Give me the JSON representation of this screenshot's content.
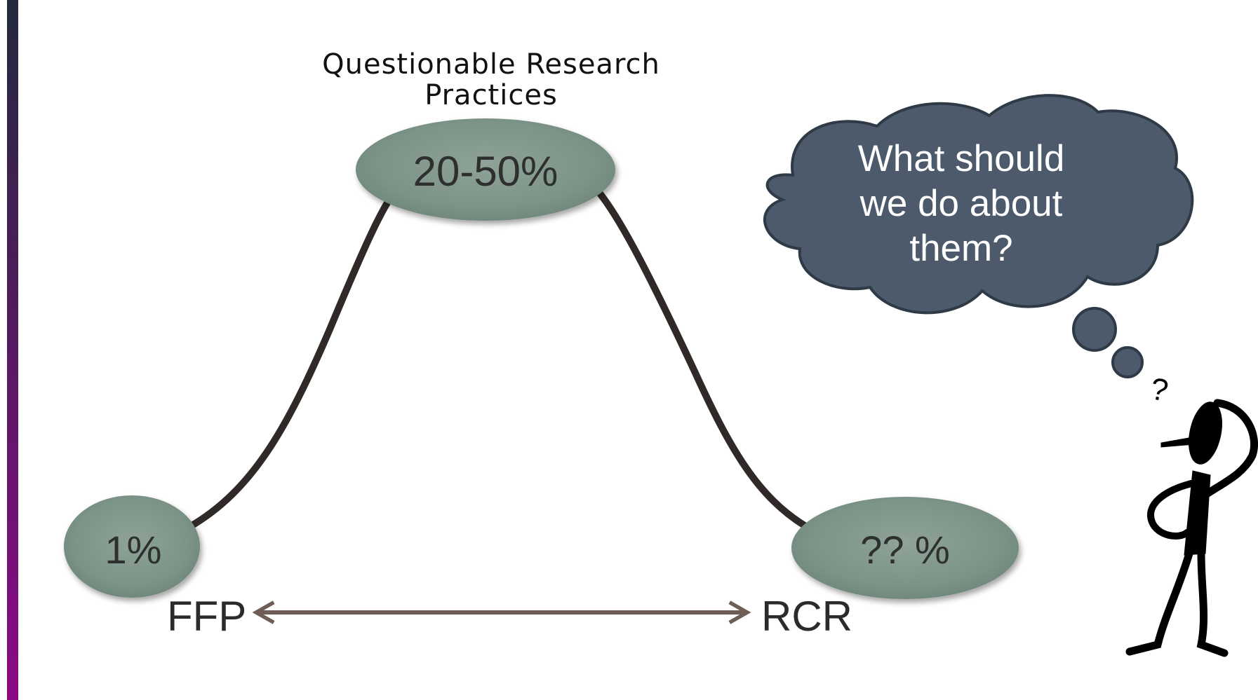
{
  "title": "Questionable Research Practices",
  "title_lines": [
    "Questionable Research",
    "Practices"
  ],
  "nodes": {
    "left": {
      "value": "1%"
    },
    "peak": {
      "value": "20-50%"
    },
    "right": {
      "value": "?? %"
    }
  },
  "axis": {
    "left_label": "FFP",
    "right_label": "RCR"
  },
  "thought_bubble": {
    "lines": [
      "What should",
      "we do about",
      "them?"
    ]
  },
  "figure": {
    "mark": "?"
  },
  "colors": {
    "accent_bar_top": "#232a3e",
    "accent_bar_bottom": "#8b0a86",
    "oval_fill": "#7e968a",
    "curve": "#2f2a27",
    "arrow": "#6e5e55",
    "cloud_fill": "#4c5a6b",
    "cloud_stroke": "#2f3a47"
  },
  "icons": [
    "thinking-stick-figure-icon",
    "thought-cloud-icon"
  ]
}
